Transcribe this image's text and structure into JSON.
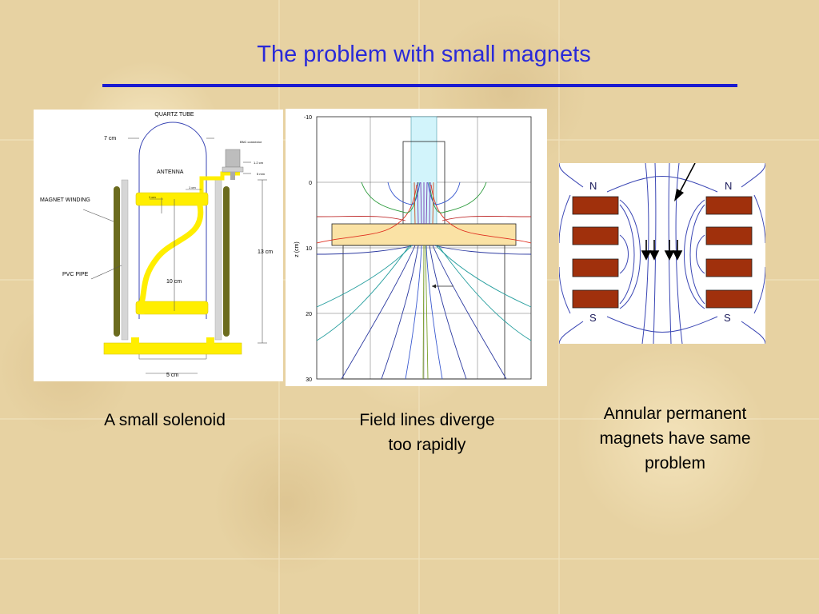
{
  "title": "The problem with small magnets",
  "solenoid": {
    "labels": {
      "quartz_tube": "QUARTZ TUBE",
      "dim_7cm": "7 cm",
      "bnc_connector": "BNC connector",
      "dim_1_2cm": "1.2 cm",
      "dim_5mm": "5 mm",
      "antenna": "ANTENNA",
      "dim_1cm_top": "1 cm",
      "dim_1cm_left": "1 cm",
      "magnet_winding": "MAGNET WINDING",
      "dim_13cm": "13 cm",
      "pvc_pipe": "PVC PIPE",
      "dim_10cm": "10 cm",
      "dim_5cm": "5 cm"
    }
  },
  "field_plot": {
    "ylabel": "z (cm)",
    "yticks": [
      "-10",
      "0",
      "10",
      "20",
      "30"
    ]
  },
  "magnets": {
    "labels": {
      "n_left": "N",
      "n_right": "N",
      "s_left": "S",
      "s_right": "S"
    }
  },
  "captions": {
    "solenoid": "A small solenoid",
    "field": [
      "Field lines diverge",
      "too rapidly"
    ],
    "magnets": [
      "Annular permanent",
      "magnets have same",
      "problem"
    ]
  },
  "colors": {
    "title": "#2a2ad8",
    "coil": "#ffee00",
    "winding": "#6b6b1e",
    "magnet": "#a0300c",
    "field_line": "#3a46b4"
  }
}
